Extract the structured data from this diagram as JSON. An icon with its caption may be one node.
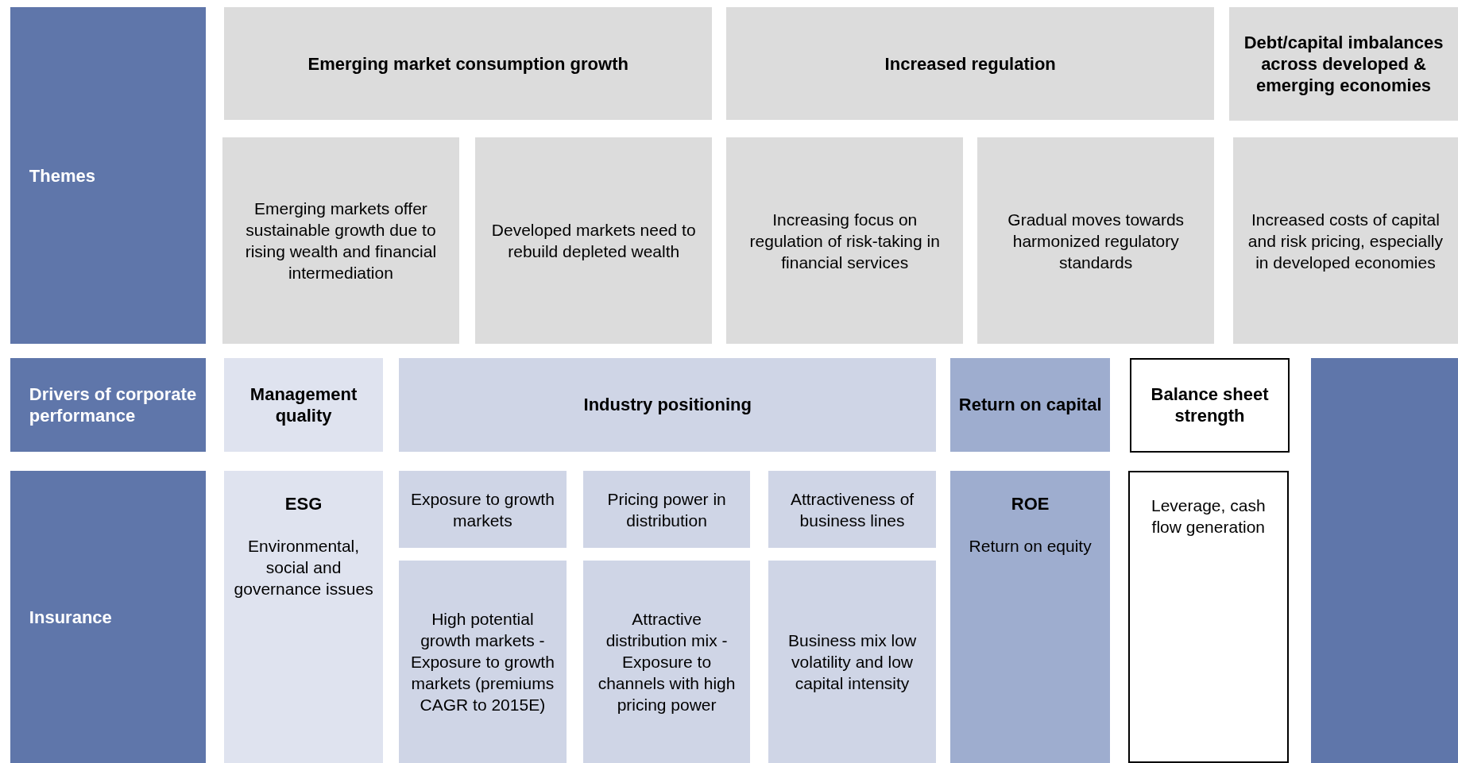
{
  "diagram": {
    "nodes": [
      {
        "text": [
          "Themes"
        ]
      },
      {
        "text": [
          "Emerging market consumption growth"
        ]
      },
      {
        "text": [
          "Increased regulation"
        ]
      },
      {
        "text": [
          "Debt/capital imbalances across developed & emerging economies"
        ]
      },
      {
        "text": [
          "Emerging markets offer sustainable growth due to rising wealth and financial intermediation"
        ]
      },
      {
        "text": [
          "Developed markets need to rebuild depleted wealth"
        ]
      },
      {
        "text": [
          "Increasing focus on regulation of risk-taking in financial services"
        ]
      },
      {
        "text": [
          "Gradual moves towards harmonized regulatory standards"
        ]
      },
      {
        "text": [
          "Increased costs of capital and risk pricing, especially in developed economies"
        ]
      },
      {
        "text": [
          "Drivers of corporate performance"
        ]
      },
      {
        "text": [
          "Management quality"
        ]
      },
      {
        "text": [
          "Industry positioning"
        ]
      },
      {
        "text": [
          "Return on capital"
        ]
      },
      {
        "text": [
          "Balance sheet strength"
        ]
      },
      {
        "text": [],
        "shape": "box"
      },
      {
        "text": [
          "Insurance"
        ]
      },
      {
        "text": [
          "ESG",
          "Environmental, social and governance issues"
        ]
      },
      {
        "text": [
          "Exposure to growth markets"
        ]
      },
      {
        "text": [
          "Pricing power in distribution"
        ]
      },
      {
        "text": [
          "Attractiveness of business lines"
        ]
      },
      {
        "text": [
          "ROE",
          "Return on equity"
        ]
      },
      {
        "text": [
          "Leverage, cash flow generation"
        ]
      },
      {
        "text": [
          "High potential growth markets - Exposure to growth markets (premiums CAGR to 2015E)"
        ]
      },
      {
        "text": [
          "Attractive distribution mix - Exposure to channels with high pricing power"
        ]
      },
      {
        "text": [
          "Business mix low volatility and low capital intensity"
        ]
      }
    ]
  }
}
